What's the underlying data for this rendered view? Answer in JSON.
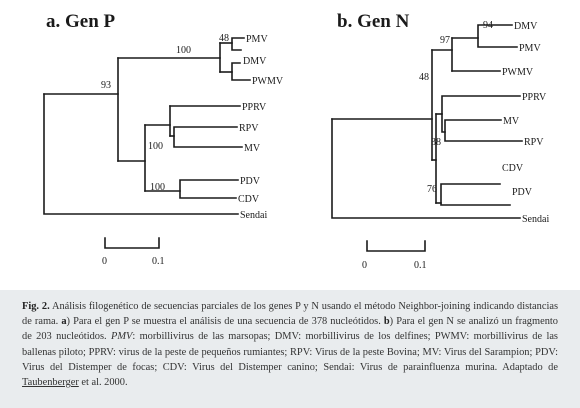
{
  "panels": [
    {
      "title": "a. Gen P",
      "leaves": [
        "PMV",
        "DMV",
        "PWMV",
        "PPRV",
        "RPV",
        "MV",
        "PDV",
        "CDV",
        "Sendai"
      ],
      "bootstrap": [
        "48",
        "100",
        "93",
        "100",
        "100"
      ],
      "scale": {
        "start": "0",
        "end": "0.1"
      }
    },
    {
      "title": "b. Gen N",
      "leaves": [
        "DMV",
        "PMV",
        "PWMV",
        "PPRV",
        "MV",
        "RPV",
        "CDV",
        "PDV",
        "Sendai"
      ],
      "bootstrap": [
        "94",
        "97",
        "48",
        "38",
        "76"
      ],
      "scale": {
        "start": "0",
        "end": "0.1"
      }
    }
  ],
  "caption": {
    "label": "Fig. 2.",
    "t1": " Análisis filogenético de secuencias parciales de los genes P y N usando el método Neighbor-joining indicando distancias de rama. ",
    "a": "a",
    "t2": ") Para el gen P se muestra el análisis de una secuencia de 378 nucleótidos. ",
    "b": "b",
    "t3": ") Para el gen N se analizó un fragmento de 203 nucleótidos. ",
    "pmv": "PMV",
    "t4": ": morbillivirus de las marsopas; DMV: morbillivirus de los delfines; PWMV: morbillivirus de las ballenas piloto; PPRV: virus de la peste de pequeños rumiantes; RPV: Virus de la peste Bovina; MV: Virus del Sarampion; PDV: Virus del Distemper de focas; CDV: Virus del Distemper canino; Sendai: Virus de parainfluenza murina. Adaptado de ",
    "author": "Taubenberger",
    "t5": " et al. 2000."
  }
}
